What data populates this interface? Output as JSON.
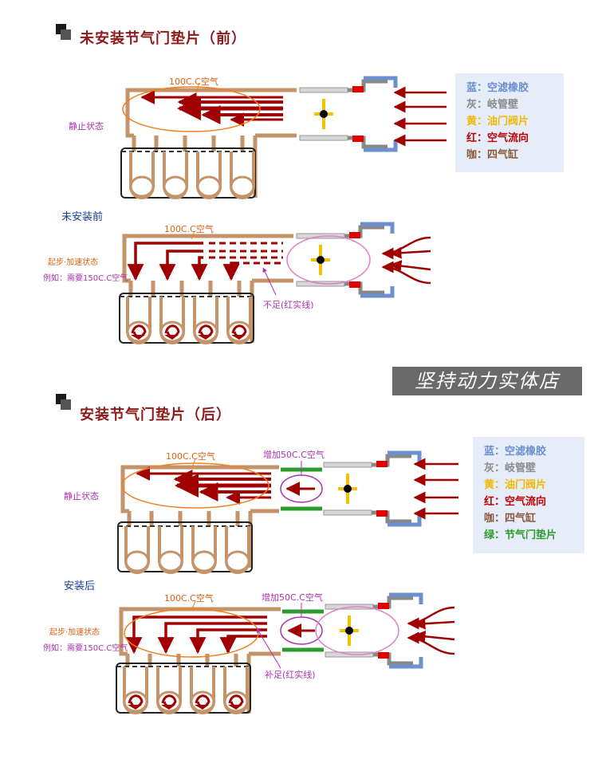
{
  "section_before": {
    "title": "未安装节气门垫片（前）",
    "caption": "未安装前",
    "idle": {
      "state": "静止状态",
      "air": "100C.C空气"
    },
    "accel": {
      "state": "起步·加速状态",
      "example": "例如：需要150C.C空气",
      "air": "100C.C空气",
      "shortfall": "不足(红实线)"
    }
  },
  "section_after": {
    "title": "安装节气门垫片（后）",
    "caption": "安装后",
    "idle": {
      "state": "静止状态",
      "air": "100C.C空气",
      "added": "增加50C.C空气"
    },
    "accel": {
      "state": "起步·加速状态",
      "example": "例如：需要150C.C空气",
      "air": "100C.C空气",
      "added": "增加50C.C空气",
      "supplement": "补足(红实线)"
    }
  },
  "legend_before": [
    {
      "key": "蓝：",
      "value": "空滤橡胶",
      "color": "#6b8fcf"
    },
    {
      "key": "灰：",
      "value": "岐管壁",
      "color": "#8a8a8a"
    },
    {
      "key": "黄：",
      "value": "油门阀片",
      "color": "#f2b705"
    },
    {
      "key": "红：",
      "value": "空气流向",
      "color": "#c00000"
    },
    {
      "key": "咖：",
      "value": "四气缸",
      "color": "#8b5a3c"
    }
  ],
  "legend_after": [
    {
      "key": "蓝：",
      "value": "空滤橡胶",
      "color": "#6b8fcf"
    },
    {
      "key": "灰：",
      "value": "岐管壁",
      "color": "#8a8a8a"
    },
    {
      "key": "黄：",
      "value": "油门阀片",
      "color": "#f2b705"
    },
    {
      "key": "红：",
      "value": "空气流向",
      "color": "#c00000"
    },
    {
      "key": "咖：",
      "value": "四气缸",
      "color": "#8b5a3c"
    },
    {
      "key": "绿：",
      "value": "节气门垫片",
      "color": "#2e9b2e"
    }
  ],
  "watermark": "坚持动力实体店",
  "colors": {
    "brown": "#c4936a",
    "darkred": "#a00000",
    "orange": "#f08020",
    "pink": "#e080c0",
    "purple": "#b030b0"
  }
}
